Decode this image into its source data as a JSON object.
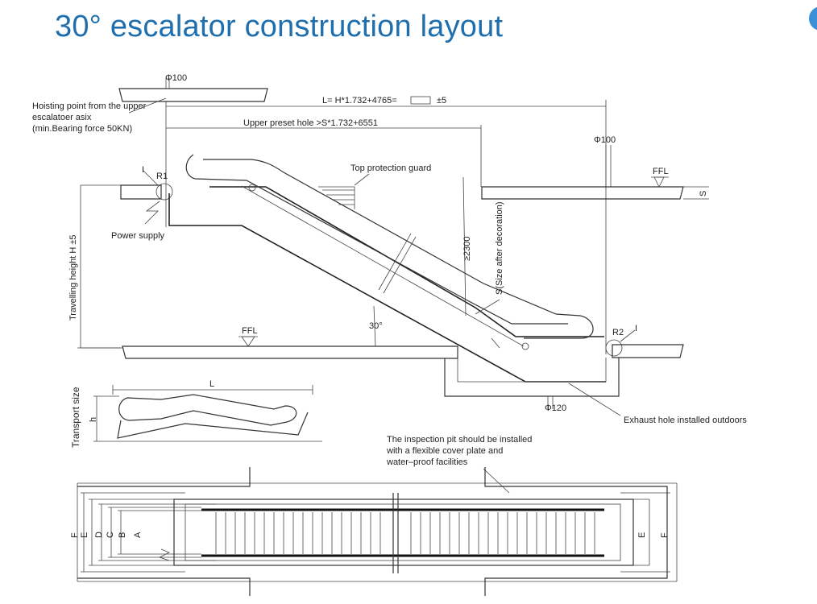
{
  "title": "30° escalator construction layout",
  "labels": {
    "phi100_top": "Φ100",
    "hoisting": [
      "Hoisting point from the upper",
      "escalatoer asix",
      "(min.Bearing force 50KN)"
    ],
    "length_formula": "L= H*1.732+4765=",
    "tolerance": "±5",
    "upper_preset": "Upper preset hole >S*1.732+6551",
    "phi100_right": "Φ100",
    "top_guard": "Top protection guard",
    "ffl_top": "FFL",
    "s_mark": "S",
    "i_left": "I",
    "r1": "R1",
    "power_supply": "Power supply",
    "travel_height": "Travelling height  H ±5",
    "min_2300": "≥2300",
    "size_after": "S(Size after decoration)",
    "ffl_bottom": "FFL",
    "angle": "30°",
    "r2": "R2",
    "i_right": "I",
    "phi120": "Φ120",
    "exhaust": "Exhaust hole installed outdoors",
    "transport_size": "Transport size",
    "L": "L",
    "h": "h",
    "inspection": [
      "The inspection pit should be installed",
      "with a flexible cover plate and",
      "water–proof facilities"
    ],
    "plan_left_dims": [
      "F",
      "E",
      "D",
      "C",
      "B",
      "A"
    ],
    "plan_right_dims": [
      "E",
      "F"
    ]
  },
  "colors": {
    "title": "#1f6fae",
    "line": "#333333"
  }
}
